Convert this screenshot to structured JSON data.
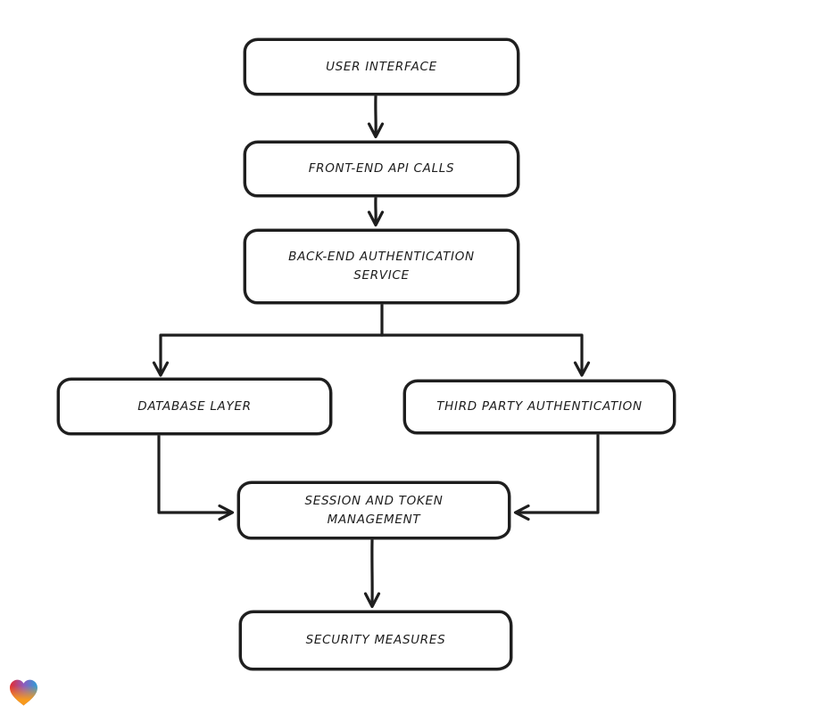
{
  "diagram": {
    "type": "flowchart",
    "background_color": "#ffffff",
    "node_style": {
      "fill": "#ffffff",
      "stroke": "#1e1e1e"
    },
    "nodes": [
      {
        "id": "user-interface",
        "label": "USER INTERFACE"
      },
      {
        "id": "front-end-api-calls",
        "label": "FRONT-END API CALLS"
      },
      {
        "id": "back-end-authentication-service",
        "label": "BACK-END AUTHENTICATION SERVICE"
      },
      {
        "id": "database-layer",
        "label": "DATABASE LAYER"
      },
      {
        "id": "third-party-authentication",
        "label": "THIRD PARTY AUTHENTICATION"
      },
      {
        "id": "session-and-token-management",
        "label": "SESSION AND TOKEN MANAGEMENT"
      },
      {
        "id": "security-measures",
        "label": "SECURITY MEASURES"
      }
    ],
    "edges": [
      {
        "from": "user-interface",
        "to": "front-end-api-calls"
      },
      {
        "from": "front-end-api-calls",
        "to": "back-end-authentication-service"
      },
      {
        "from": "back-end-authentication-service",
        "to": "database-layer"
      },
      {
        "from": "back-end-authentication-service",
        "to": "third-party-authentication"
      },
      {
        "from": "database-layer",
        "to": "session-and-token-management"
      },
      {
        "from": "third-party-authentication",
        "to": "session-and-token-management"
      },
      {
        "from": "session-and-token-management",
        "to": "security-measures"
      }
    ]
  },
  "watermark": {
    "name": "gradient-heart-logo",
    "colors": {
      "top_left": "#e52a2d",
      "mid": "#8e5bbf",
      "top_right": "#2b9fd8",
      "bottom": "#f79a1d"
    }
  }
}
